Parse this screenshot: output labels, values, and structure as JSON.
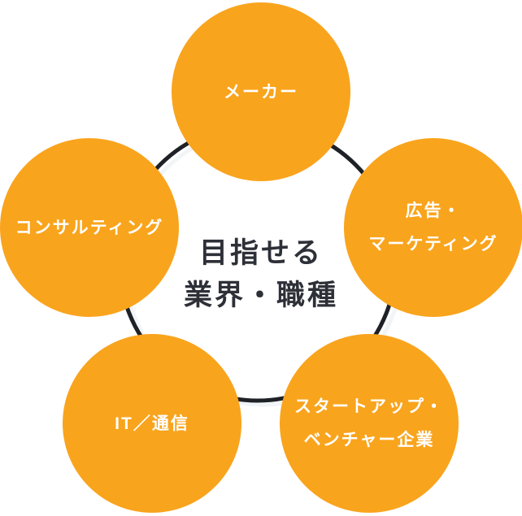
{
  "diagram": {
    "title": {
      "lines": [
        "目指せる",
        "業界・職種"
      ]
    },
    "circles": {
      "maker": {
        "lines": [
          "メーカー"
        ]
      },
      "advertising": {
        "lines": [
          "広告・",
          "マーケティング"
        ]
      },
      "consulting": {
        "lines": [
          "コンサルティング"
        ]
      },
      "it_telecom": {
        "lines": [
          "IT／通信"
        ]
      },
      "startup": {
        "lines": [
          "スタートアップ・",
          "ベンチャー企業"
        ]
      }
    },
    "colors": {
      "circle_fill": "#F9A41D",
      "label_text": "#FFFFFF",
      "title_text": "#2E3038",
      "ring_dark": "#1E2126",
      "ring_light": "#F2F5F8",
      "background": "#FFFFFF"
    }
  }
}
